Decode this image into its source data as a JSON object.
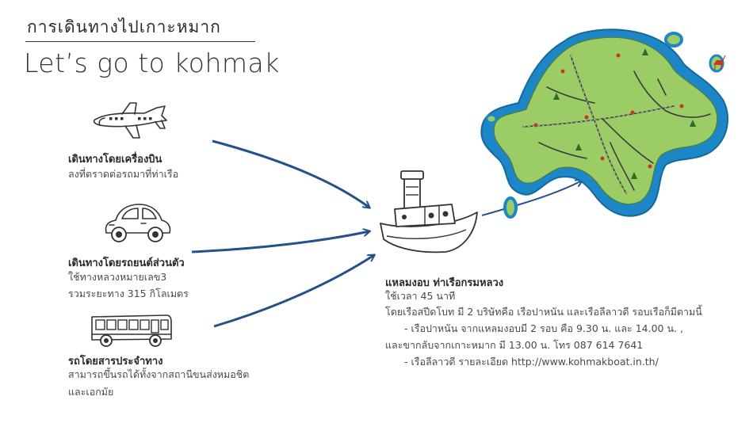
{
  "header": {
    "title_th": "การเดินทางไปเกาะหมาก",
    "title_en": "Let’s go to kohmak"
  },
  "routes": [
    {
      "title": "เดินทางโดยเครื่องบิน",
      "lines": [
        "ลงที่ตราดต่อรถมาที่ท่าเรือ"
      ]
    },
    {
      "title": "เดินทางโดยรถยนต์ส่วนตัว",
      "lines": [
        "ใช้ทางหลวงหมายเลข3",
        "รวมระยะทาง 315 กิโลเมตร"
      ]
    },
    {
      "title": "รถโดยสารประจำทาง",
      "lines": [
        "สามารถขึ้นรถได้ทั้งจากสถานีขนส่งหมอชิต",
        "และเอกมัย"
      ]
    }
  ],
  "pier": {
    "title": "แหลมงอบ ท่าเรือกรมหลวง",
    "duration": "ใช้เวลา 45 นาที",
    "desc": "โดยเรือสปีดโบท มี 2 บริษัทคือ เรือปาหนัน และเรือลีลาวดี รอบเรือก็มีตามนี้",
    "item1": "- เรือปาหนัน จากแหลมงอบมี 2 รอบ คือ 9.30 น. และ 14.00 น. ,",
    "item1_cont": "และขากลับจากเกาะหมาก มี 13.00 น. โทร 087 614 7641",
    "item2": "- เรือลีลาวดี รายละเอียด http://www.kohmakboat.in.th/"
  },
  "colors": {
    "arrow": "#24508c",
    "sea": "#1d86c6",
    "land": "#9ccc65",
    "road": "#3c3c3c",
    "ink": "#333333"
  },
  "icons": [
    "airplane-icon",
    "car-icon",
    "bus-icon",
    "boat-icon",
    "island-map"
  ]
}
